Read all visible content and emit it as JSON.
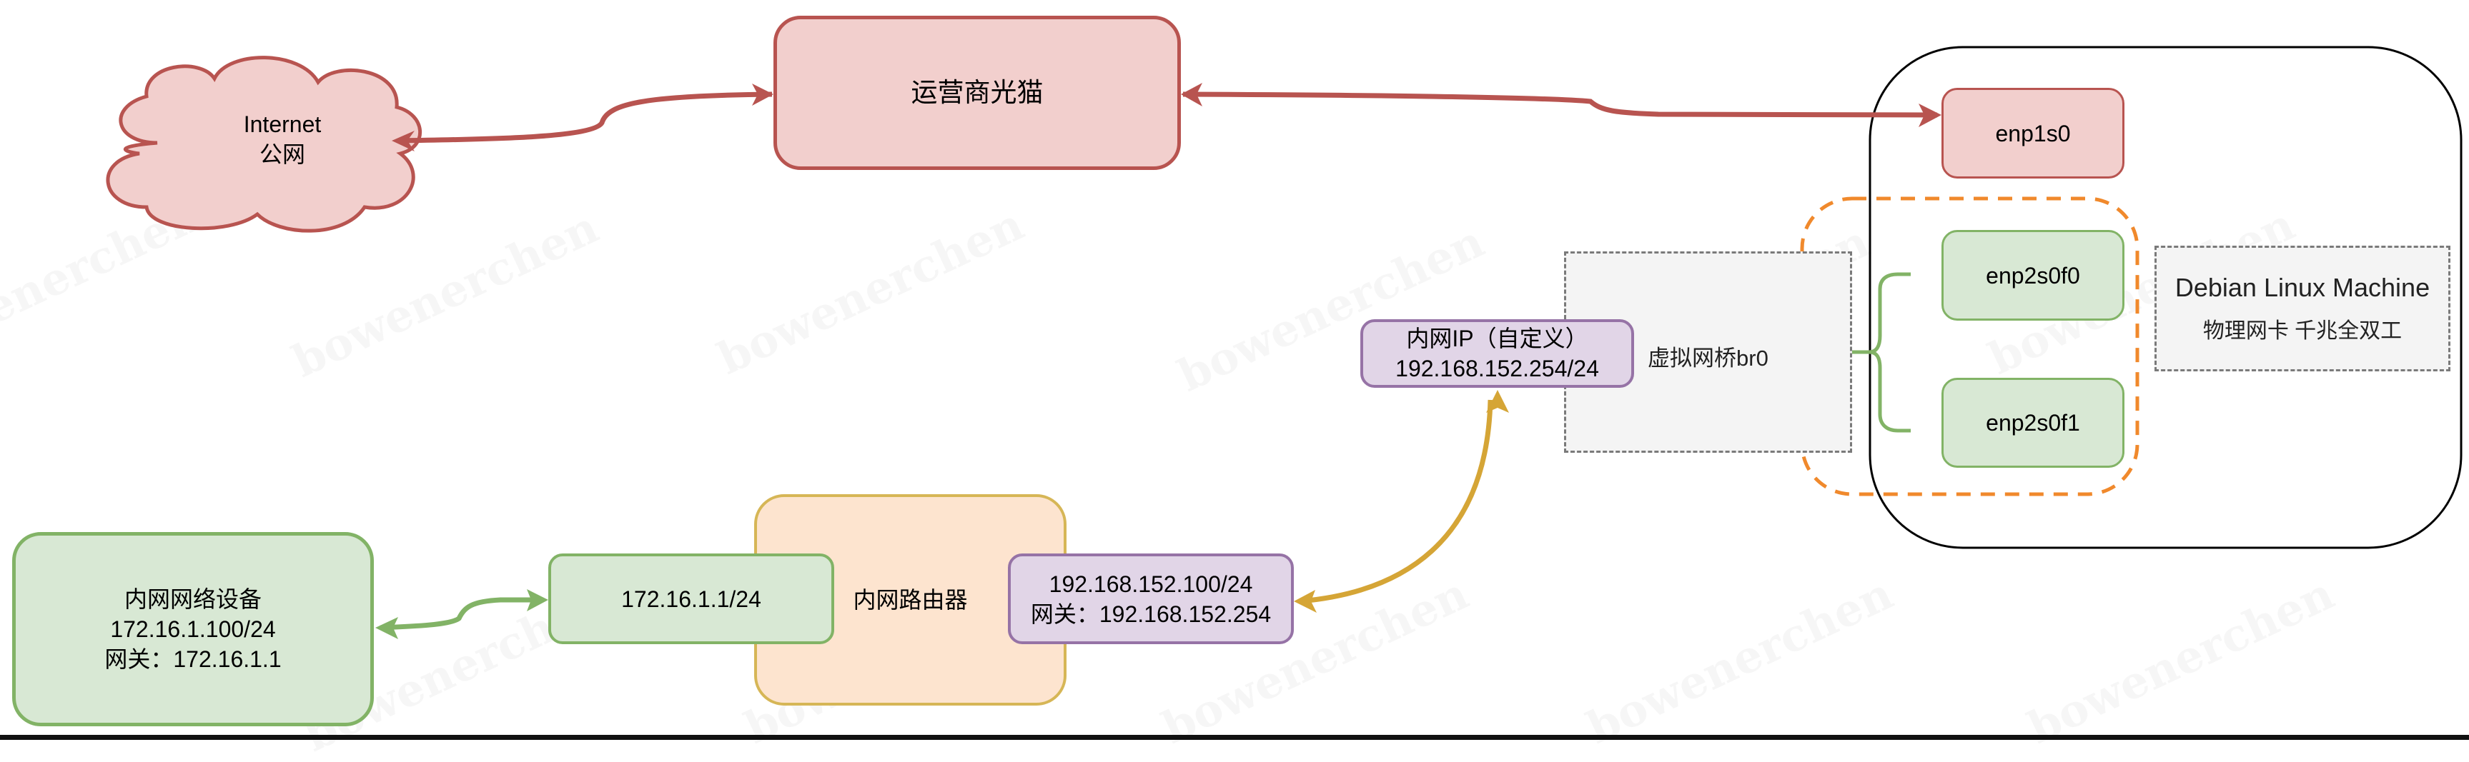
{
  "watermark": "bowenerchen",
  "colors": {
    "red_fill": "#f2cfcd",
    "red_stroke": "#b85450",
    "green_fill": "#d8e8d4",
    "green_stroke": "#82b366",
    "purple_fill": "#e1d5e7",
    "purple_stroke": "#9673a6",
    "orange_fill": "#fde4cf",
    "orange_stroke": "#d6b656",
    "gold_arrow": "#d5a536",
    "bridge_outline": "#f0892c",
    "machine_outline": "#000000"
  },
  "nodes": {
    "internet": {
      "line1": "Internet",
      "line2": "公网"
    },
    "modem": {
      "label": "运营商光猫"
    },
    "enp1s0": {
      "label": "enp1s0"
    },
    "enp2s0f0": {
      "label": "enp2s0f0"
    },
    "enp2s0f1": {
      "label": "enp2s0f1"
    },
    "machine_label": {
      "title": "Debian Linux Machine",
      "subtitle": "物理网卡 千兆全双工"
    },
    "bridge": {
      "label": "虚拟网桥br0"
    },
    "bridge_ip": {
      "line1": "内网IP（自定义）",
      "line2": "192.168.152.254/24"
    },
    "router": {
      "label": "内网路由器"
    },
    "router_lan": {
      "label": "172.16.1.1/24"
    },
    "router_wan": {
      "line1": "192.168.152.100/24",
      "line2": "网关：192.168.152.254"
    },
    "device": {
      "line1": "内网网络设备",
      "line2": "172.16.1.100/24",
      "line3": "网关：172.16.1.1"
    }
  },
  "edges": [
    {
      "from": "internet",
      "to": "modem",
      "style": "bidirectional"
    },
    {
      "from": "modem",
      "to": "enp1s0",
      "style": "bidirectional"
    },
    {
      "from": "router_wan",
      "to": "bridge_ip",
      "style": "bidirectional"
    },
    {
      "from": "device",
      "to": "router_lan",
      "style": "bidirectional"
    },
    {
      "from": "bridge",
      "to": [
        "enp2s0f0",
        "enp2s0f1"
      ],
      "style": "brace"
    }
  ]
}
